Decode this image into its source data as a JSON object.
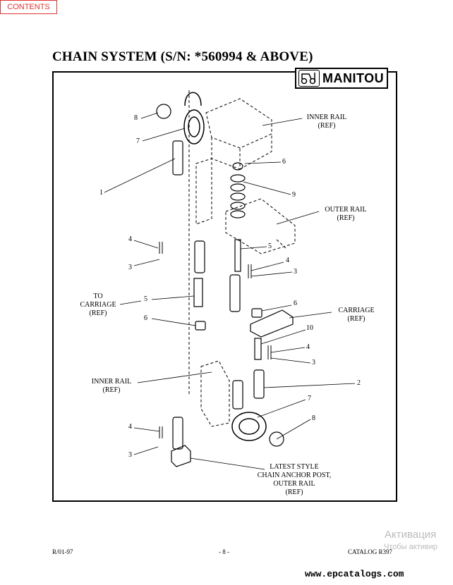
{
  "nav": {
    "contents_label": "CONTENTS"
  },
  "title": "CHAIN SYSTEM (S/N: *560994 & ABOVE)",
  "logo": {
    "text": "MANITOU"
  },
  "labels": {
    "inner_rail_top": "INNER RAIL",
    "inner_rail_top_ref": "(REF)",
    "outer_rail": "OUTER RAIL",
    "outer_rail_ref": "(REF)",
    "to_carriage_1": "TO",
    "to_carriage_2": "CARRIAGE",
    "to_carriage_ref": "(REF)",
    "carriage": "CARRIAGE",
    "carriage_ref": "(REF)",
    "inner_rail_bottom": "INNER RAIL",
    "inner_rail_bottom_ref": "(REF)",
    "latest_1": "LATEST STYLE",
    "latest_2": "CHAIN ANCHOR POST,",
    "latest_3": "OUTER RAIL",
    "latest_ref": "(REF)"
  },
  "callouts": {
    "c8a": "8",
    "c7a": "7",
    "c1": "1",
    "c6a": "6",
    "c9": "9",
    "c5a": "5",
    "c4a": "4",
    "c3a": "3",
    "c4b": "4",
    "c3b": "3",
    "c5b": "5",
    "c6b": "6",
    "c6c": "6",
    "c10": "10",
    "c4c": "4",
    "c3c": "3",
    "c2": "2",
    "c7b": "7",
    "c8b": "8",
    "c4d": "4",
    "c3d": "3"
  },
  "footer": {
    "left": "R/01-97",
    "center": "- 8 -",
    "right": "CATALOG R397"
  },
  "watermark": {
    "line1": "Активация",
    "line2": "Чтобы активир"
  },
  "site": "www.epcatalogs.com"
}
